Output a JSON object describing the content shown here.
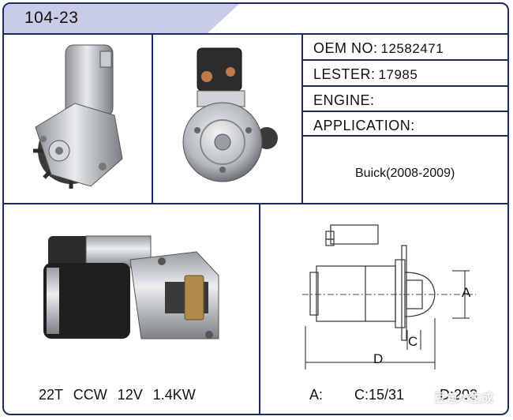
{
  "header": {
    "model": "104-23"
  },
  "specs": {
    "oem_label": "OEM NO:",
    "oem_value": "12582471",
    "lester_label": "LESTER:",
    "lester_value": "17985",
    "engine_label": "ENGINE:",
    "application_label": "APPLICATION:",
    "application_value": "Buick(2008-2009)"
  },
  "footer": {
    "specs_text": "22T CCW 12V 1.4KW",
    "dim_a": "A:",
    "dim_c": "C:15/31",
    "dim_d": "D:203"
  },
  "diagram": {
    "label_a": "A",
    "label_c": "C",
    "label_d": "D"
  },
  "watermark": {
    "text": "豆包AI生成"
  },
  "colors": {
    "border": "#1d2a66",
    "header_tab": "#c9cce8"
  }
}
